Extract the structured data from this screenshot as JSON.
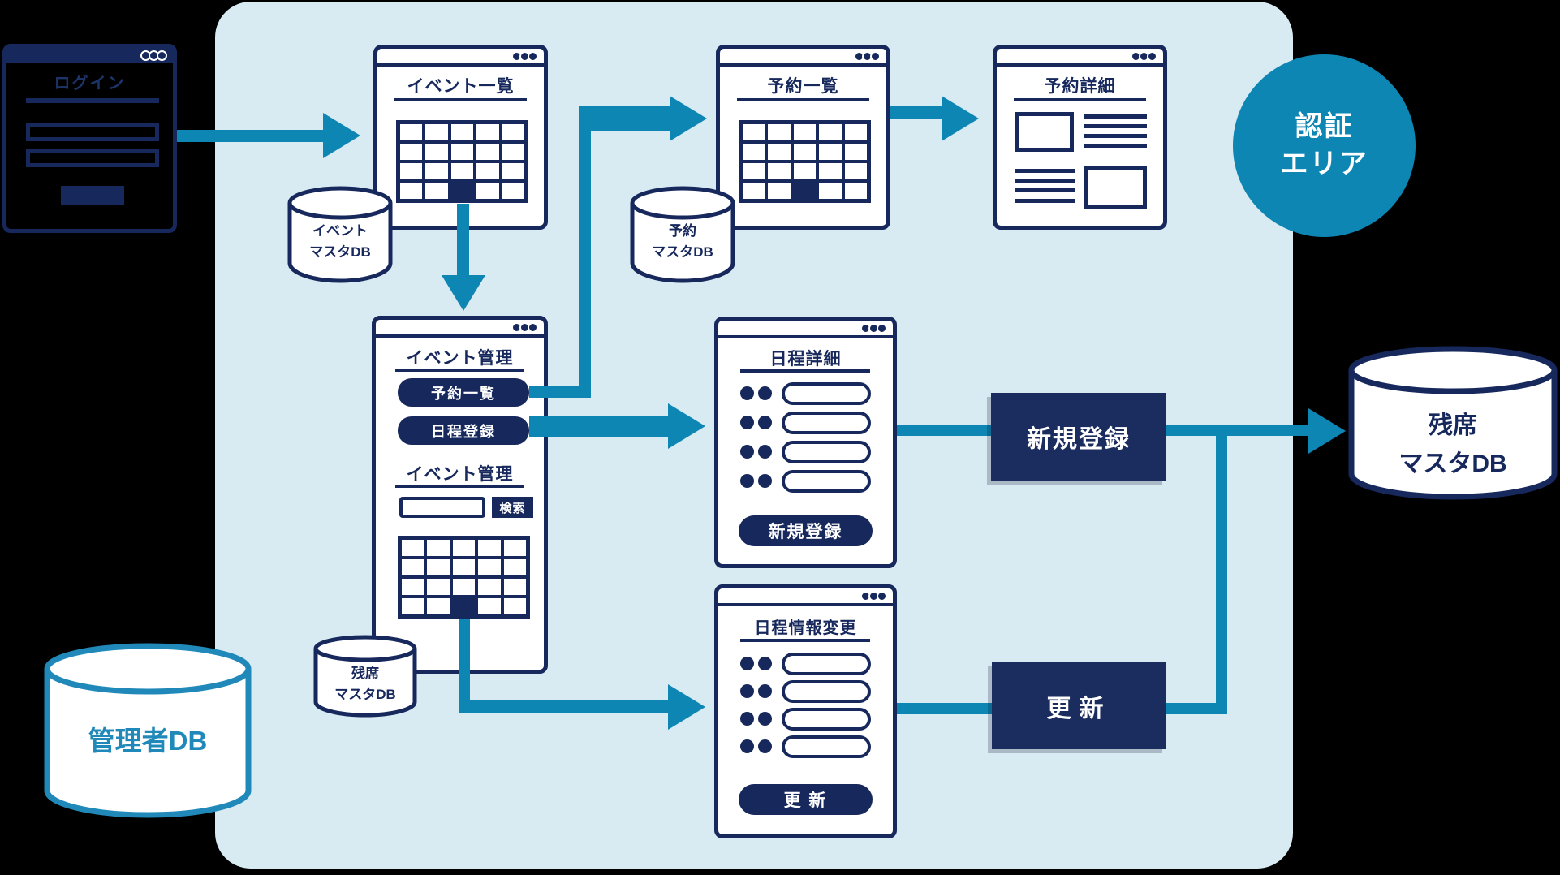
{
  "colors": {
    "navy": "#17285c",
    "teal": "#0e86b4",
    "teal_light": "#2089b9",
    "panel": "#d8eaf2",
    "box_navy": "#1b2c5e",
    "white": "#ffffff"
  },
  "auth_badge": {
    "line1": "認証",
    "line2": "エリア"
  },
  "windows": {
    "login": {
      "title": "ログイン"
    },
    "event_list": {
      "title": "イベント一覧"
    },
    "reservation_list": {
      "title": "予約一覧"
    },
    "reservation_detail": {
      "title": "予約詳細"
    },
    "event_admin": {
      "title": "イベント管理",
      "buttons": [
        {
          "label": "予約一覧"
        },
        {
          "label": "日程登録"
        }
      ],
      "subtitle": "イベント管理",
      "search_label": "検索",
      "search_value": ""
    },
    "schedule_detail": {
      "title": "日程詳細",
      "submit_label": "新規登録"
    },
    "schedule_edit": {
      "title": "日程情報変更",
      "submit_label": "更 新"
    }
  },
  "process_boxes": {
    "register": "新規登録",
    "update": "更新"
  },
  "databases": {
    "event_master": {
      "line1": "イベント",
      "line2": "マスタDB"
    },
    "reservation_master": {
      "line1": "予約",
      "line2": "マスタDB"
    },
    "seat_master_small": {
      "line1": "残席",
      "line2": "マスタDB"
    },
    "seat_master_large": {
      "line1": "残席",
      "line2": "マスタDB"
    },
    "admin_db": {
      "label": "管理者DB"
    }
  }
}
